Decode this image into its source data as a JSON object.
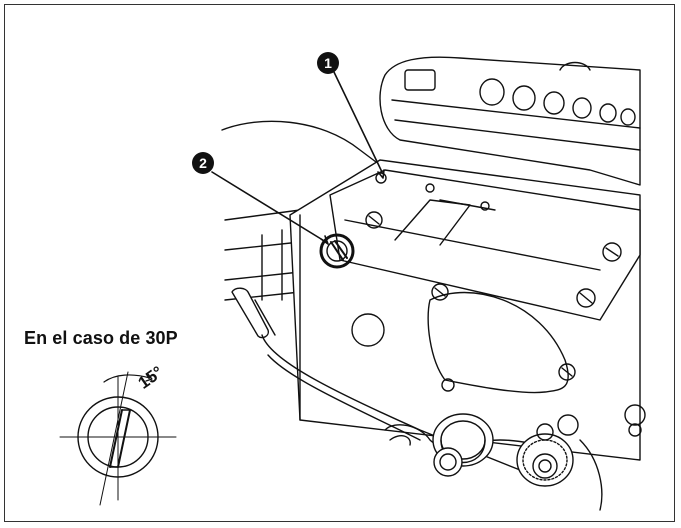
{
  "caption": "En el caso de 30P",
  "detail_angle": "15°",
  "markers": [
    {
      "label": "1",
      "name": "marker-1"
    },
    {
      "label": "2",
      "name": "marker-2"
    }
  ]
}
